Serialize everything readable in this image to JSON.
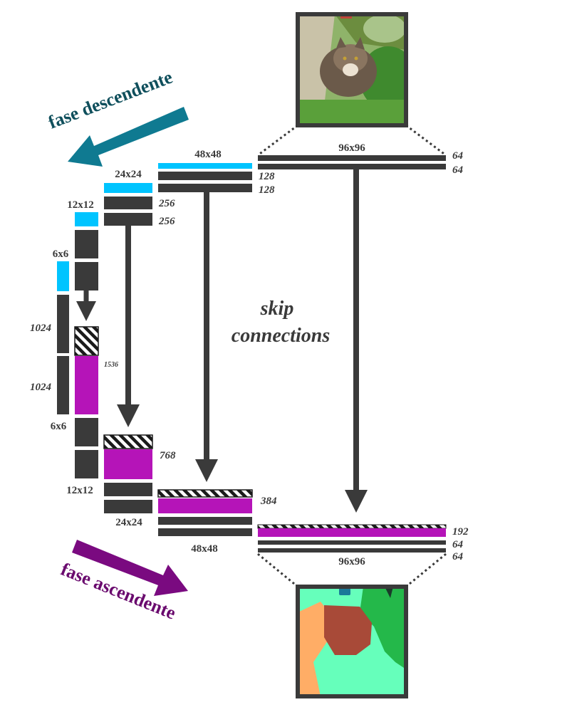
{
  "labels": {
    "phase_down": "fase descendente",
    "phase_up": "fase ascendente",
    "skip_line1": "skip",
    "skip_line2": "connections",
    "size_96": "96x96",
    "size_48": "48x48",
    "size_24": "24x24",
    "size_12": "12x12",
    "size_6": "6x6"
  },
  "encoder_channels": {
    "c96a": "64",
    "c96b": "64",
    "c48a": "128",
    "c48b": "128",
    "c24a": "256",
    "c24b": "256",
    "c6a": "1024",
    "c6b": "1024"
  },
  "decoder_channels": {
    "c1536": "1536",
    "c768": "768",
    "c384": "384",
    "c192": "192",
    "c64a": "64",
    "c64b": "64"
  },
  "colors": {
    "layer": "#3a3a3a",
    "pool": "#00c4ff",
    "concat": "#b514b8",
    "down_arrow": "#0f7a91",
    "up_arrow": "#7a0a80",
    "seg_bg": "#66ffbb",
    "seg_cat": "#a84a38",
    "seg_plant": "#24b84a",
    "seg_ground": "#ffad66",
    "seg_pot": "#1a7a99"
  },
  "icons": {
    "input": "cat-photo-image",
    "output": "segmentation-mask-image"
  }
}
